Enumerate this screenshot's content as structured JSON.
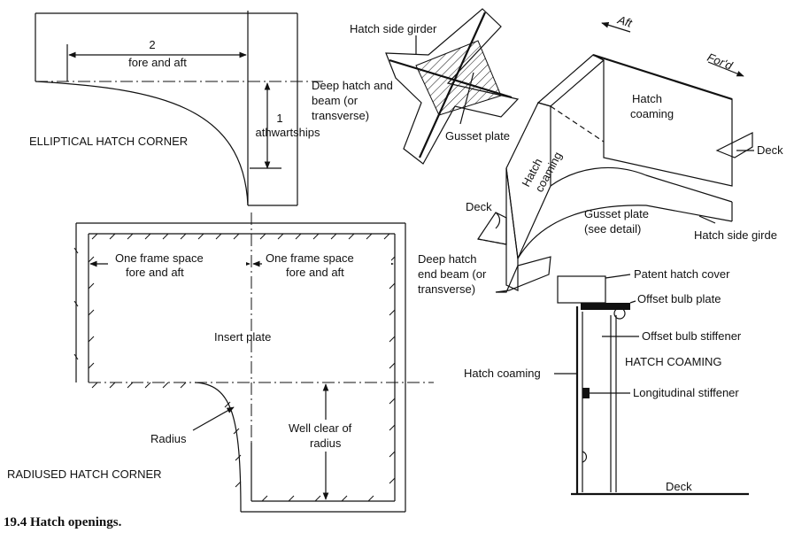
{
  "elliptical": {
    "dim_fore_aft_num": "2",
    "dim_fore_aft_text": "fore and aft",
    "dim_athwart_num": "1",
    "dim_athwart_text": "athwartships",
    "beam_label_1": "Deep hatch and",
    "beam_label_2": "beam (or",
    "beam_label_3": "transverse)",
    "title": "ELLIPTICAL HATCH CORNER"
  },
  "gusset_detail": {
    "girder_label": "Hatch side girder",
    "gusset_label": "Gusset plate"
  },
  "iso_view": {
    "aft_label": "Aft",
    "ford_label": "For'd",
    "coaming_top_1": "Hatch",
    "coaming_top_2": "coaming",
    "coaming_side_1": "Hatch",
    "coaming_side_2": "coaming",
    "deck_right": "Deck",
    "deck_left": "Deck",
    "gusset_1": "Gusset plate",
    "gusset_2": "(see detail)",
    "side_girder": "Hatch side girde",
    "end_beam_1": "Deep hatch",
    "end_beam_2": "end beam (or",
    "end_beam_3": "transverse)"
  },
  "radiused": {
    "left_space_1": "One frame space",
    "left_space_2": "fore and aft",
    "right_space_1": "One frame space",
    "right_space_2": "fore and aft",
    "insert": "Insert plate",
    "clear_1": "Well clear of",
    "clear_2": "radius",
    "radius": "Radius",
    "title": "RADIUSED HATCH CORNER"
  },
  "coaming_section": {
    "cover": "Patent hatch cover",
    "bulb_plate": "Offset bulb plate",
    "bulb_stiffener": "Offset bulb stiffener",
    "title": "HATCH COAMING",
    "coaming": "Hatch coaming",
    "long_stiffener": "Longitudinal stiffener",
    "deck": "Deck"
  },
  "caption": "19.4 Hatch openings."
}
